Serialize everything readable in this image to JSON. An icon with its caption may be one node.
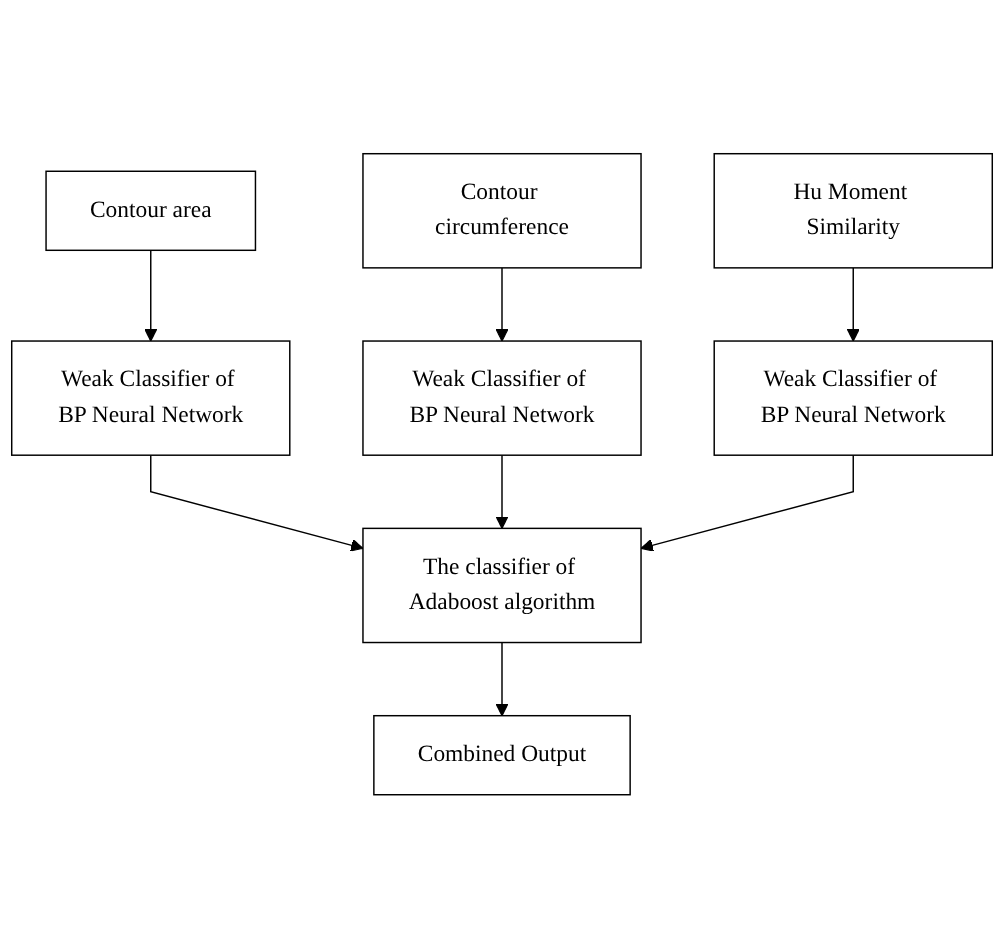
{
  "diagram": {
    "nodes": [
      {
        "text": [
          "Contour area"
        ]
      },
      {
        "text": [
          "Contour circumference"
        ]
      },
      {
        "text": [
          "Hu Moment Similarity"
        ]
      },
      {
        "text": [
          "Weak Classifier of BP Neural Network"
        ]
      },
      {
        "text": [
          "Weak Classifier of BP Neural Network"
        ]
      },
      {
        "text": [
          "Weak Classifier of BP Neural Network"
        ]
      },
      {
        "text": [
          "The classifier of Adaboost algorithm"
        ]
      },
      {
        "text": [
          "Combined Output"
        ]
      }
    ],
    "edges": [
      {
        "from": 0,
        "to": 3,
        "arrow": "to"
      },
      {
        "from": 1,
        "to": 4,
        "arrow": "to"
      },
      {
        "from": 2,
        "to": 5,
        "arrow": "to"
      },
      {
        "from": 3,
        "to": 6,
        "arrow": "to"
      },
      {
        "from": 4,
        "to": 6,
        "arrow": "to"
      },
      {
        "from": 5,
        "to": 6,
        "arrow": "to"
      },
      {
        "from": 6,
        "to": 7,
        "arrow": "to"
      }
    ]
  }
}
